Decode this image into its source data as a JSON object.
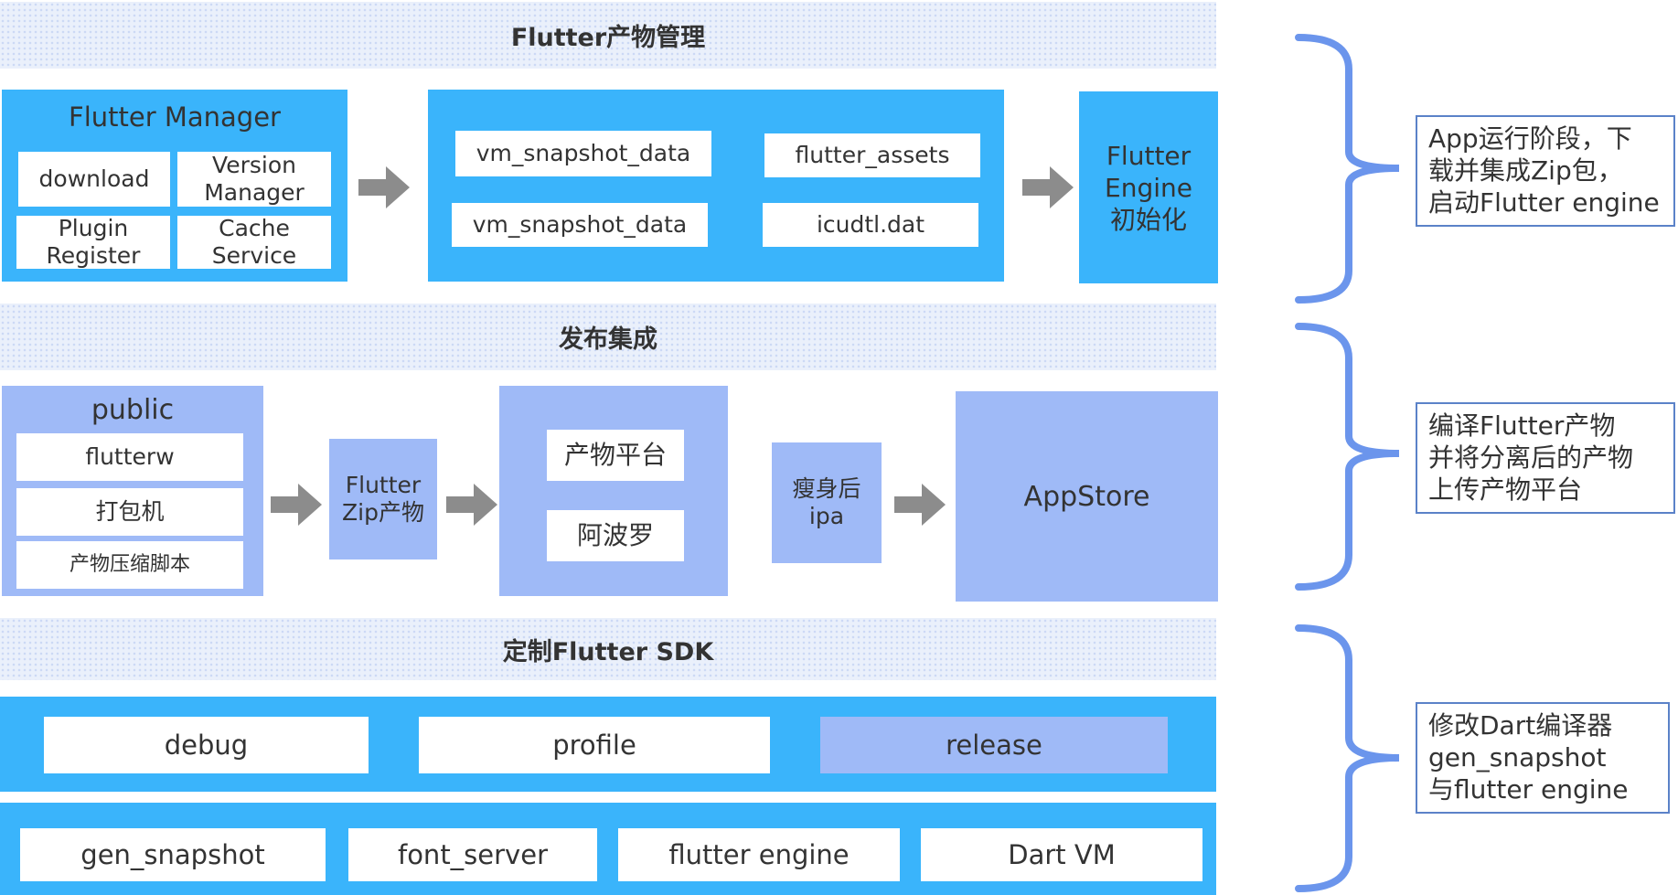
{
  "sections": {
    "artifact_mgmt": "Flutter产物管理",
    "release_integration": "发布集成",
    "custom_sdk": "定制Flutter SDK"
  },
  "manager": {
    "title": "Flutter  Manager",
    "items": [
      "download",
      "Version\nManager",
      "Plugin\nRegister",
      "Cache\nService"
    ]
  },
  "artifacts": [
    "vm_snapshot_data",
    "flutter_assets",
    "vm_snapshot_data",
    "icudtl.dat"
  ],
  "engine_init": "Flutter\nEngine\n初始化",
  "publish": {
    "public_title": "public",
    "public_items": [
      "flutterw",
      "打包机",
      "产物压缩脚本"
    ],
    "zip": "Flutter\nZip产物",
    "platform_items": [
      "产物平台",
      "阿波罗"
    ],
    "slim_ipa": "瘦身后\nipa",
    "appstore": "AppStore"
  },
  "sdk": {
    "modes": [
      "debug",
      "profile",
      "release"
    ],
    "components": [
      "gen_snapshot",
      "font_server",
      "flutter engine",
      "Dart  VM"
    ]
  },
  "notes": [
    "App运行阶段，下\n载并集成Zip包，\n启动Flutter engine",
    "编译Flutter产物\n并将分离后的产物\n上传产物平台",
    "修改Dart编译器\ngen_snapshot\n与flutter engine"
  ],
  "colors": {
    "blue": "#3ab4fb",
    "lavender": "#9fbaf7",
    "arrow": "#8c8c8c",
    "brace": "#6b95ec",
    "note_border": "#5b82c8"
  }
}
